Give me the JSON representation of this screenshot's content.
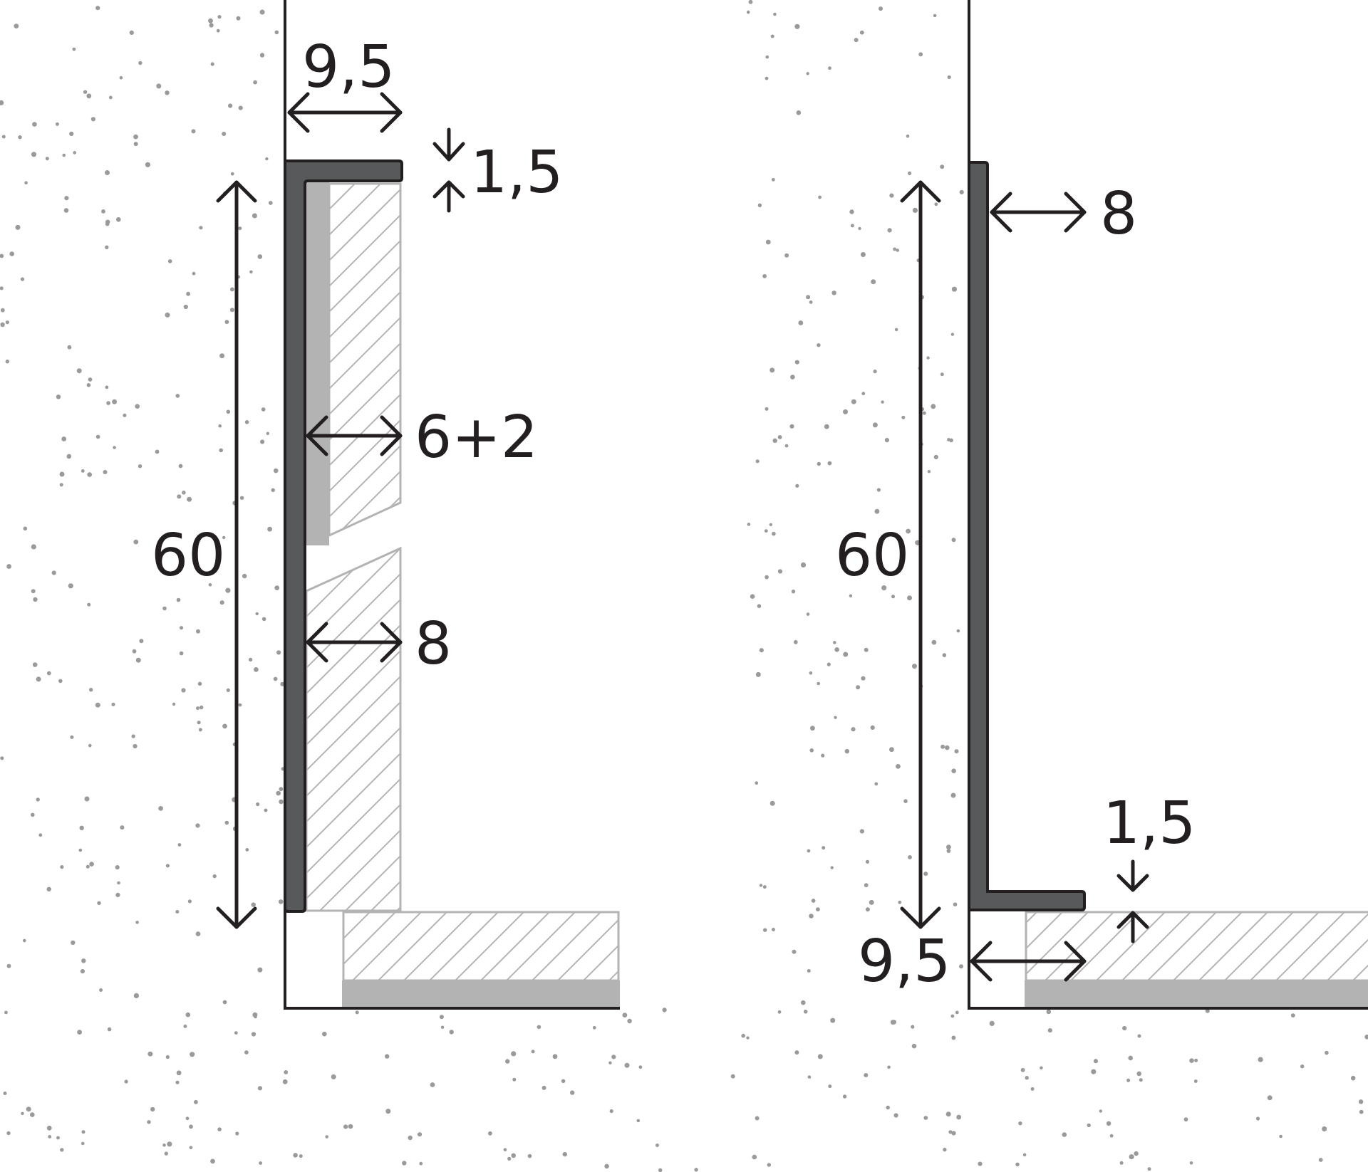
{
  "colors": {
    "profile": "#58595b",
    "outline": "#231f20",
    "tile_outline": "#b3b3b3",
    "adhesive": "#b3b3b3",
    "hatch": "#b3b3b3",
    "wall_dots": "#9a9a9a",
    "background": "#ffffff"
  },
  "left_diagram": {
    "flange_width": "9,5",
    "flange_thickness": "1,5",
    "height": "60",
    "tile_plus_adhesive": "6+2",
    "tile_thickness": "8"
  },
  "right_diagram": {
    "gap": "8",
    "height": "60",
    "flange_thickness": "1,5",
    "flange_width": "9,5"
  }
}
